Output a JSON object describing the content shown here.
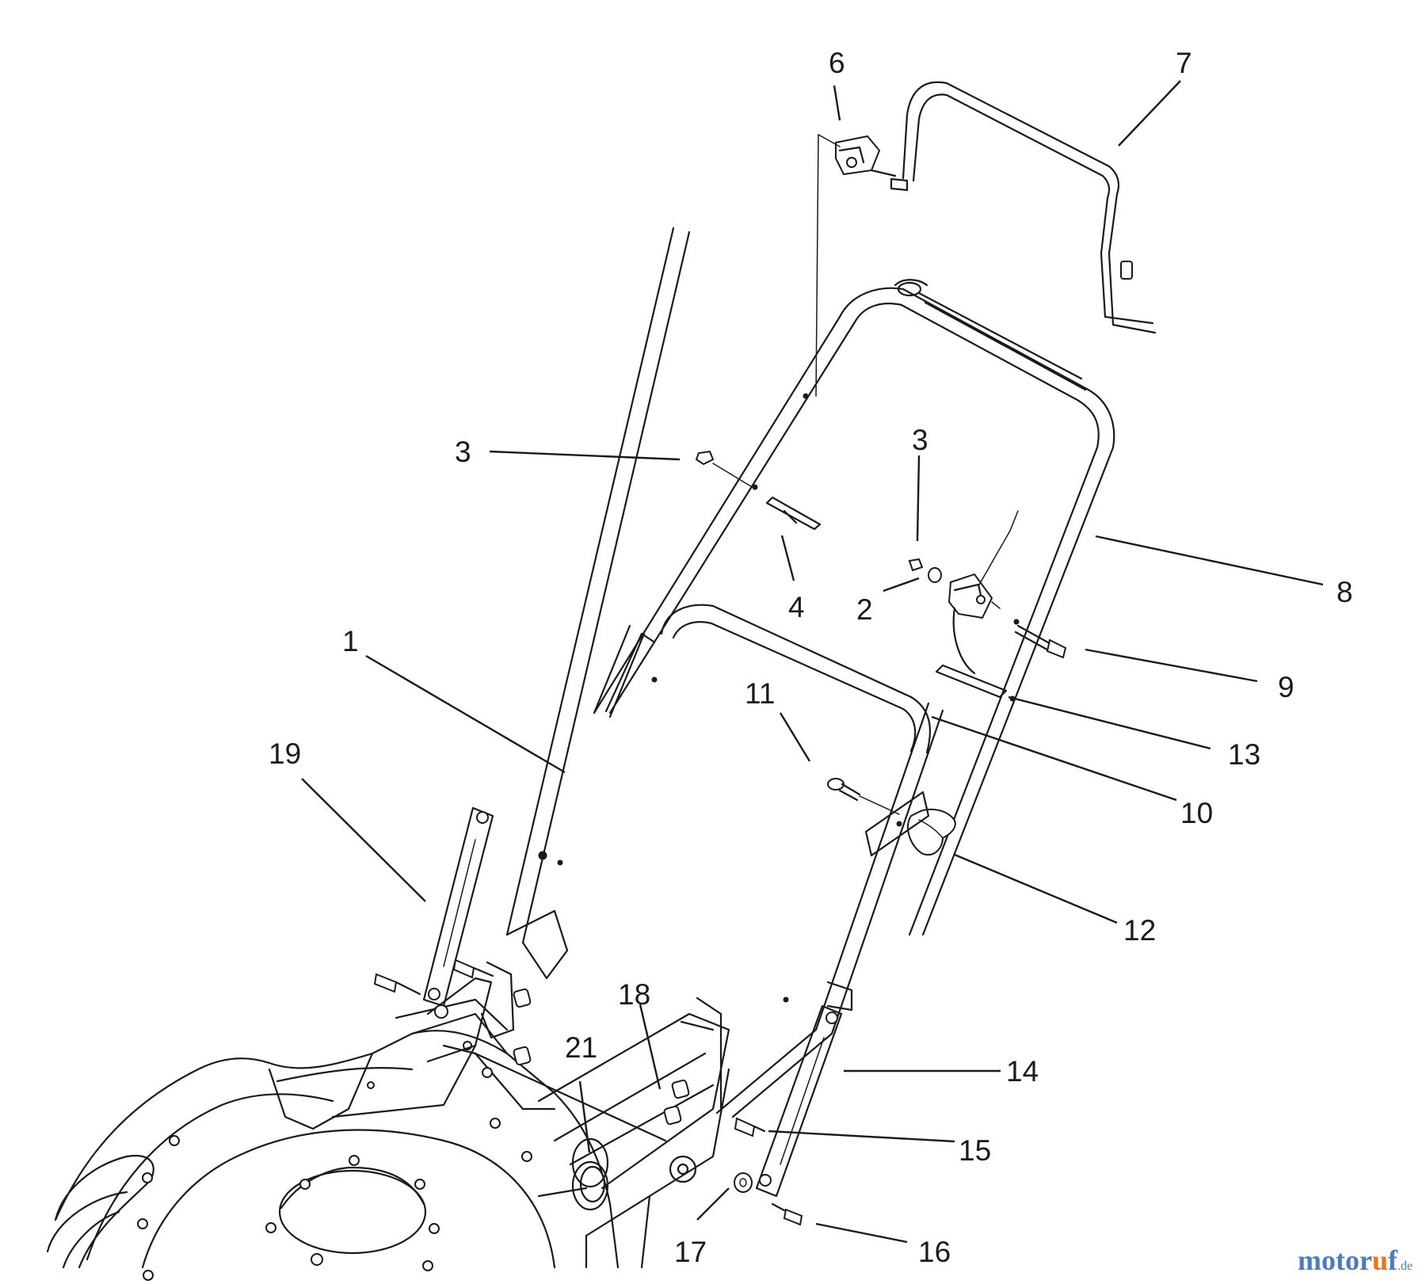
{
  "callouts": {
    "c1": "1",
    "c2": "2",
    "c3a": "3",
    "c3b": "3",
    "c4": "4",
    "c6": "6",
    "c7": "7",
    "c8": "8",
    "c9": "9",
    "c10": "10",
    "c11": "11",
    "c12": "12",
    "c13": "13",
    "c14": "14",
    "c15": "15",
    "c16": "16",
    "c17": "17",
    "c18": "18",
    "c19": "19",
    "c21": "21"
  },
  "watermark": {
    "main": "motor",
    "accent": "u",
    "tail": "f",
    "tld": ".de"
  },
  "colors": {
    "line": "#1a1a1a",
    "background": "#ffffff",
    "watermark_blue": "#4a7cc0",
    "watermark_orange": "#e8741e"
  }
}
